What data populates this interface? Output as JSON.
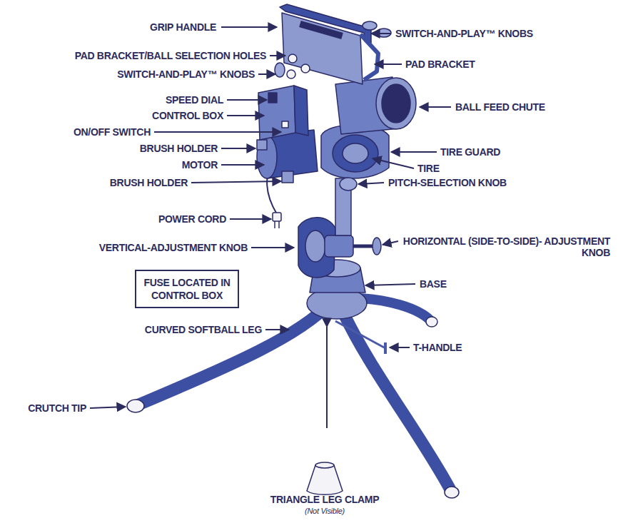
{
  "diagram": {
    "nodes": [
      {
        "text": [
          "FUSE LOCATED IN CONTROL BOX"
        ]
      }
    ],
    "labels": [
      "GRIP HANDLE",
      "SWITCH-AND-PLAY™ KNOBS",
      "PAD BRACKET/BALL SELECTION HOLES",
      "PAD BRACKET",
      "SWITCH-AND-PLAY™ KNOBS",
      "SPEED DIAL",
      "CONTROL BOX",
      "BALL FEED CHUTE",
      "ON/OFF SWITCH",
      "BRUSH HOLDER",
      "TIRE GUARD",
      "MOTOR",
      "TIRE",
      "BRUSH HOLDER",
      "PITCH-SELECTION KNOB",
      "POWER CORD",
      "VERTICAL-ADJUSTMENT KNOB",
      "HORIZONTAL (SIDE-TO-SIDE)- ADJUSTMENT KNOB",
      "BASE",
      "CURVED SOFTBALL LEG",
      "T-HANDLE",
      "CRUTCH TIP",
      "TRIANGLE LEG CLAMP",
      "(Not Visible)"
    ]
  }
}
